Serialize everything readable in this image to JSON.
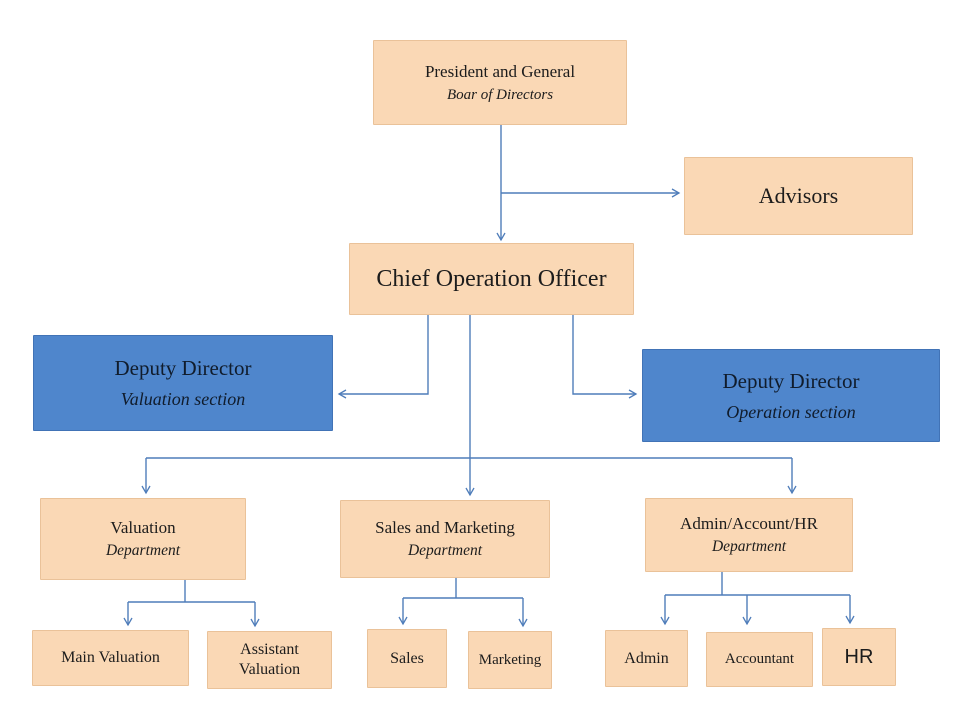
{
  "colors": {
    "box_fill_peach": "#fad8b5",
    "box_fill_blue": "#4f86cc",
    "connector": "#4f7dba",
    "text": "#1c1c1c",
    "text_on_blue": "#101c2c",
    "background": "#ffffff"
  },
  "nodes": {
    "president": {
      "line1": "President and General",
      "line2": "Boar of Directors"
    },
    "advisors": {
      "line1": "Advisors"
    },
    "coo": {
      "line1": "Chief Operation Officer"
    },
    "deputy_valuation": {
      "line1": "Deputy Director",
      "line2": "Valuation section"
    },
    "deputy_operation": {
      "line1": "Deputy Director",
      "line2": "Operation section"
    },
    "valuation_dept": {
      "line1": "Valuation",
      "line2": "Department"
    },
    "sales_dept": {
      "line1": "Sales and Marketing",
      "line2": "Department"
    },
    "admin_dept": {
      "line1": "Admin/Account/HR",
      "line2": "Department"
    },
    "main_valuation": {
      "line1": "Main Valuation"
    },
    "assistant_valuation": {
      "line1": "Assistant Valuation"
    },
    "sales": {
      "line1": "Sales"
    },
    "marketing": {
      "line1": "Marketing"
    },
    "admin": {
      "line1": "Admin"
    },
    "accountant": {
      "line1": "Accountant"
    },
    "hr": {
      "line1": "HR"
    }
  }
}
